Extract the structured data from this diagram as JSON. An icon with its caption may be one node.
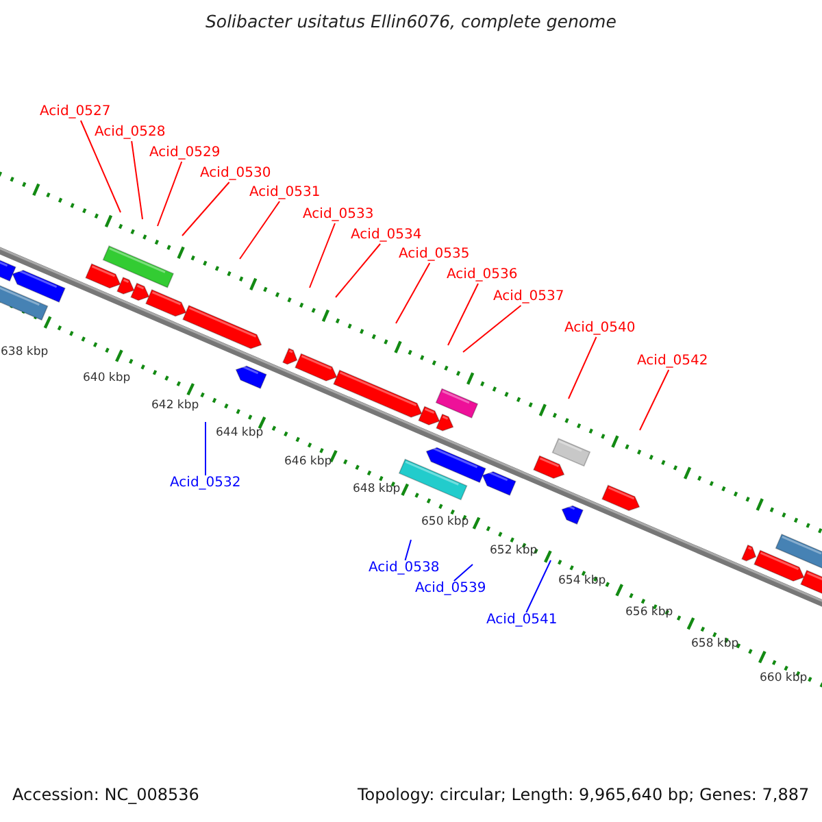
{
  "diagram": {
    "title": "Solibacter usitatus Ellin6076, complete genome",
    "nodes": [
      {
        "text": [
          "Acid_0527"
        ]
      },
      {
        "text": [
          "Acid_0528"
        ]
      },
      {
        "text": [
          "Acid_0529"
        ]
      },
      {
        "text": [
          "Acid_0530"
        ]
      },
      {
        "text": [
          "Acid_0531"
        ]
      },
      {
        "text": [
          "Acid_0533"
        ]
      },
      {
        "text": [
          "Acid_0534"
        ]
      },
      {
        "text": [
          "Acid_0535"
        ]
      },
      {
        "text": [
          "Acid_0536"
        ]
      },
      {
        "text": [
          "Acid_0537"
        ]
      },
      {
        "text": [
          "Acid_0540"
        ]
      },
      {
        "text": [
          "Acid_0542"
        ]
      },
      {
        "text": [
          "Acid_0532"
        ]
      },
      {
        "text": [
          "Acid_0538"
        ]
      },
      {
        "text": [
          "Acid_0539"
        ]
      },
      {
        "text": [
          "Acid_0541"
        ]
      }
    ],
    "edges": [
      {
        "from": 0,
        "to": null,
        "arrow": "none"
      },
      {
        "from": 1,
        "to": null,
        "arrow": "none"
      },
      {
        "from": 2,
        "to": null,
        "arrow": "none"
      },
      {
        "from": 3,
        "to": null,
        "arrow": "none"
      },
      {
        "from": 4,
        "to": null,
        "arrow": "none"
      },
      {
        "from": 5,
        "to": null,
        "arrow": "none"
      },
      {
        "from": 6,
        "to": null,
        "arrow": "none"
      },
      {
        "from": 7,
        "to": null,
        "arrow": "none"
      },
      {
        "from": 8,
        "to": null,
        "arrow": "none"
      },
      {
        "from": 9,
        "to": null,
        "arrow": "none"
      },
      {
        "from": 10,
        "to": null,
        "arrow": "none"
      },
      {
        "from": 11,
        "to": null,
        "arrow": "none"
      },
      {
        "from": 12,
        "to": null,
        "arrow": "none",
        "color": "#0000ff"
      },
      {
        "from": 13,
        "to": null,
        "arrow": "none",
        "color": "#0000ff"
      },
      {
        "from": 14,
        "to": null,
        "arrow": "none",
        "color": "#0000ff"
      },
      {
        "from": 15,
        "to": null,
        "arrow": "none",
        "color": "#0000ff"
      }
    ],
    "labels": [
      "638 kbp",
      "640 kbp",
      "642 kbp",
      "644 kbp",
      "646 kbp",
      "648 kbp",
      "650 kbp",
      "652 kbp",
      "654 kbp",
      "656 kbp",
      "658 kbp",
      "660 kbp",
      "Accession: NC_008536",
      "Topology: circular; Length: 9,965,640 bp; Genes: 7,887"
    ]
  }
}
